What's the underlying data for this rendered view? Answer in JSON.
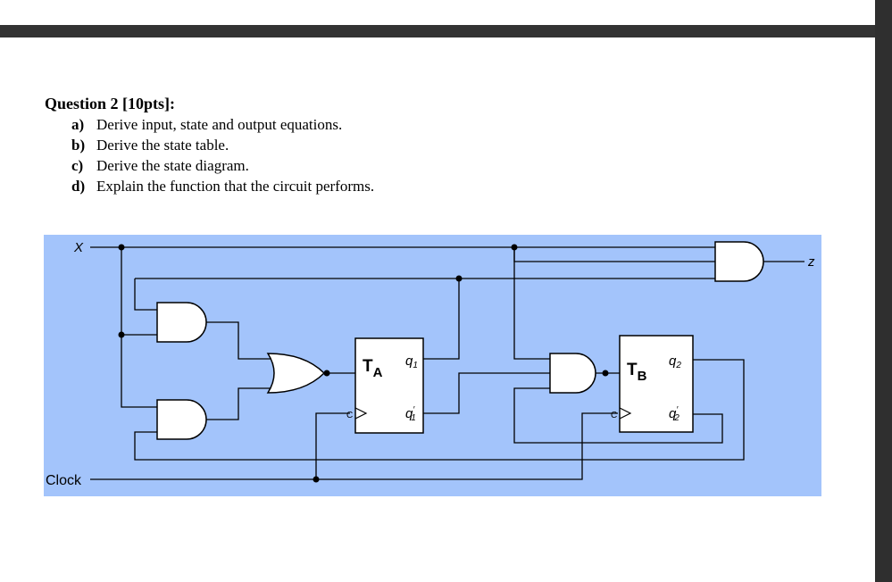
{
  "question": {
    "title": "Question 2 [10pts]:",
    "items": [
      {
        "label": "a)",
        "text": "Derive input, state and output equations."
      },
      {
        "label": "b)",
        "text": "Derive the state table."
      },
      {
        "label": "c)",
        "text": "Derive the state diagram."
      },
      {
        "label": "d)",
        "text": "Explain the function that the circuit performs."
      }
    ]
  },
  "diagram": {
    "background": "#a3c4fb",
    "input_label": "X",
    "output_label": "z",
    "clock_label": "Clock",
    "ff_a": {
      "name": "T",
      "sub": "A",
      "q": "q",
      "q_sub": "1",
      "qbar": "q",
      "qbar_sub": "1",
      "qbar_prime": "′"
    },
    "ff_b": {
      "name": "T",
      "sub": "B",
      "q": "q",
      "q_sub": "2",
      "qbar": "q",
      "qbar_sub": "2",
      "qbar_prime": "′"
    },
    "clock_marker": "C"
  }
}
